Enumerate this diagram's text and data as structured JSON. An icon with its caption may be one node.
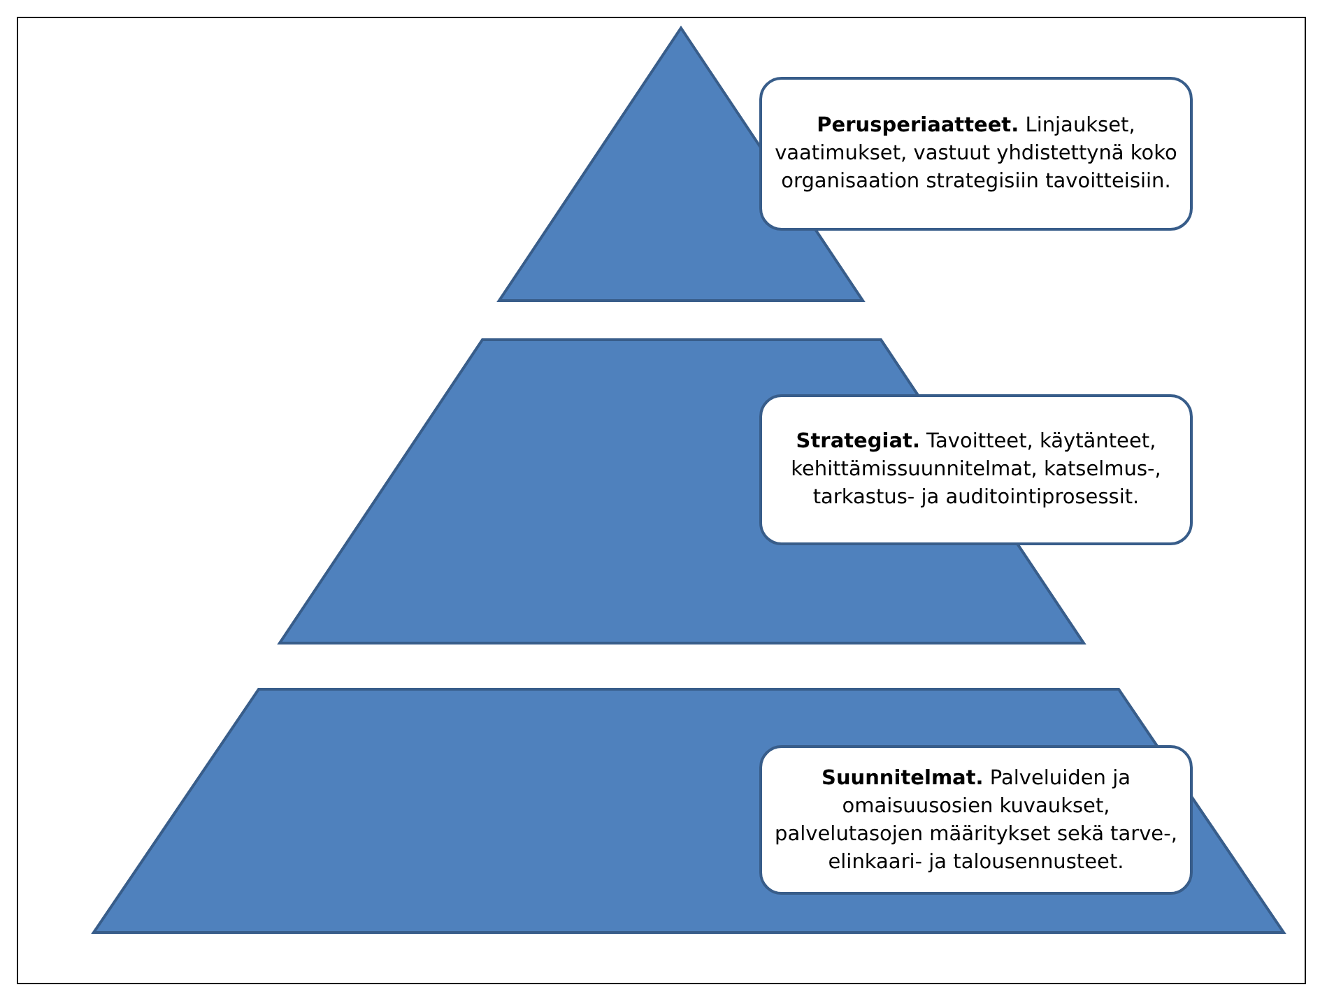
{
  "diagram": {
    "nodes": [
      {
        "text": [],
        "shape": "triangle"
      },
      {
        "text": [],
        "shape": "trapezoid"
      },
      {
        "text": [],
        "shape": "trapezoid"
      },
      {
        "text": [
          "**Perusperiaatteet.** Linjaukset, vaatimukset, vastuut yhdistettynä koko organisaation strategisiin tavoitteisiin."
        ]
      },
      {
        "text": [
          "**Strategiat.** Tavoitteet, käytänteet, kehittämissuunnitelmat, katselmus-, tarkastus- ja auditointiprosessit."
        ]
      },
      {
        "in": 2,
        "text": [
          "**Suunnitelmat.** Palveluiden ja omaisuusosien kuvaukset, palvelutasojen määritykset sekä tarve-, elinkaari- ja talousennusteet."
        ]
      }
    ],
    "edges": []
  }
}
